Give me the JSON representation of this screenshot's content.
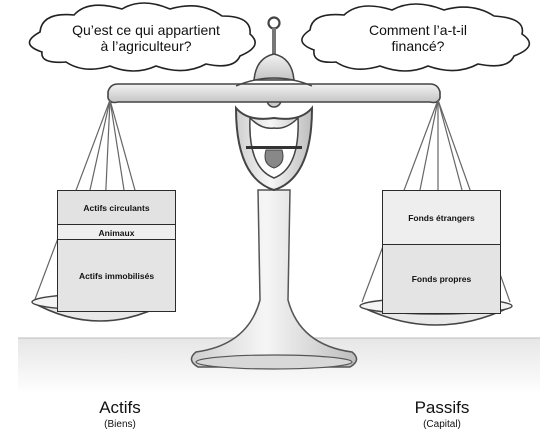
{
  "question_left": {
    "line1": "Qu’est ce qui appartient",
    "line2": "à l’agriculteur?"
  },
  "question_right": {
    "line1": "Comment l’a-t-il",
    "line2": "financé?"
  },
  "left_pan_blocks": [
    "Actifs circulants",
    "Animaux",
    "Actifs immobilisés"
  ],
  "right_pan_blocks": [
    "Fonds étrangers",
    "Fonds propres"
  ],
  "left_side": {
    "title": "Actifs",
    "subtitle": "(Biens)"
  },
  "right_side": {
    "title": "Passifs",
    "subtitle": "(Capital)"
  }
}
